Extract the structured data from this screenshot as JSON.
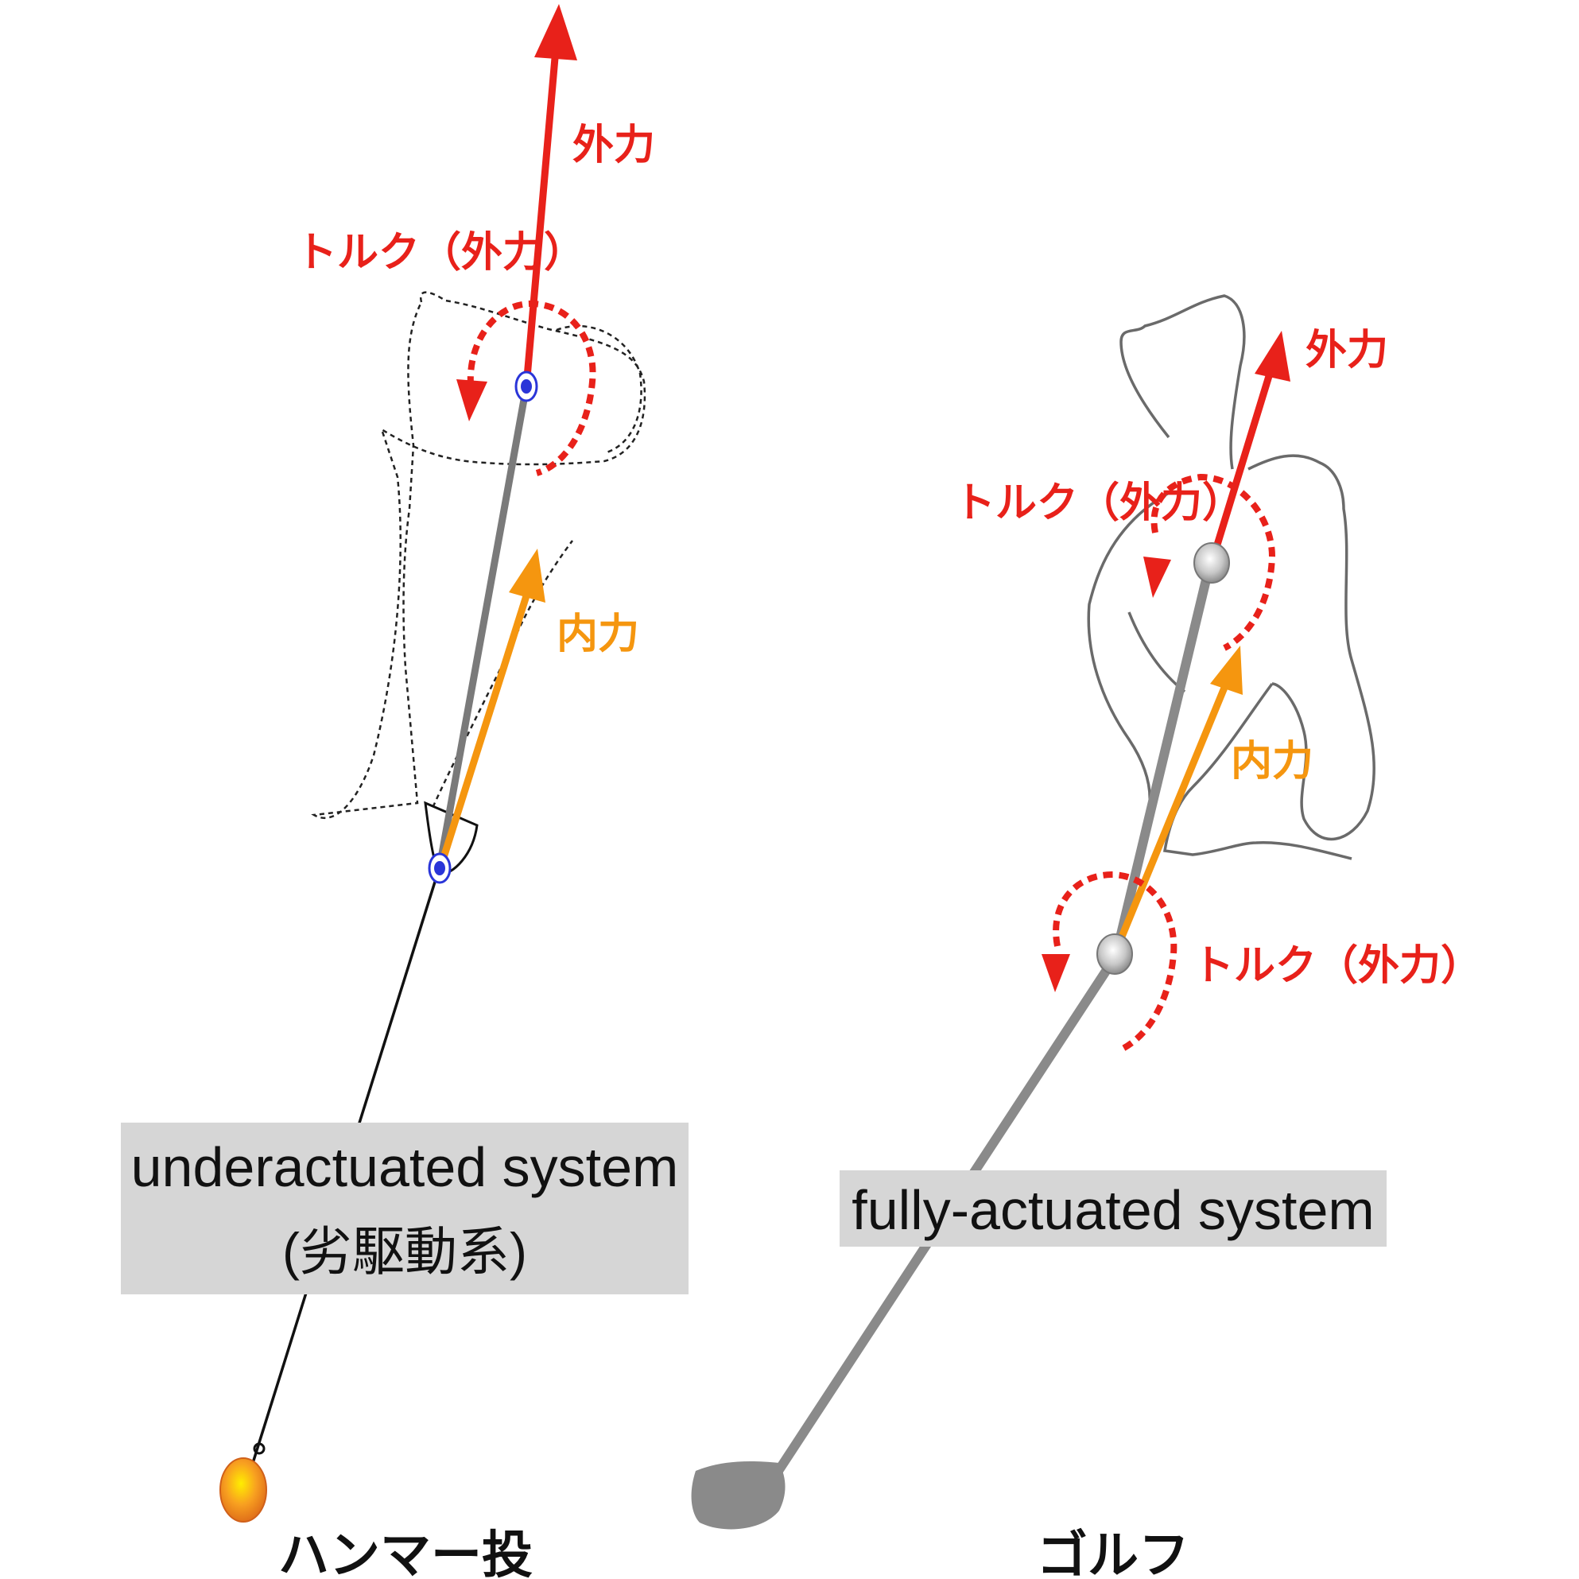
{
  "colors": {
    "external_force": "#e8211a",
    "internal_force": "#f5960f",
    "body": "#7a7a7a",
    "label_box": "#d6d6d6"
  },
  "hammer": {
    "external_force_label": "外力",
    "torque_label": "トルク（外力）",
    "internal_force_label": "内力",
    "system_line1": "underactuated system",
    "system_line2": "(劣駆動系)",
    "caption": "ハンマー投"
  },
  "golf": {
    "external_force_label": "外力",
    "torque_upper_label": "トルク（外力）",
    "internal_force_label": "内力",
    "torque_lower_label": "トルク（外力）",
    "system_label": "fully-actuated system",
    "caption": "ゴルフ"
  }
}
